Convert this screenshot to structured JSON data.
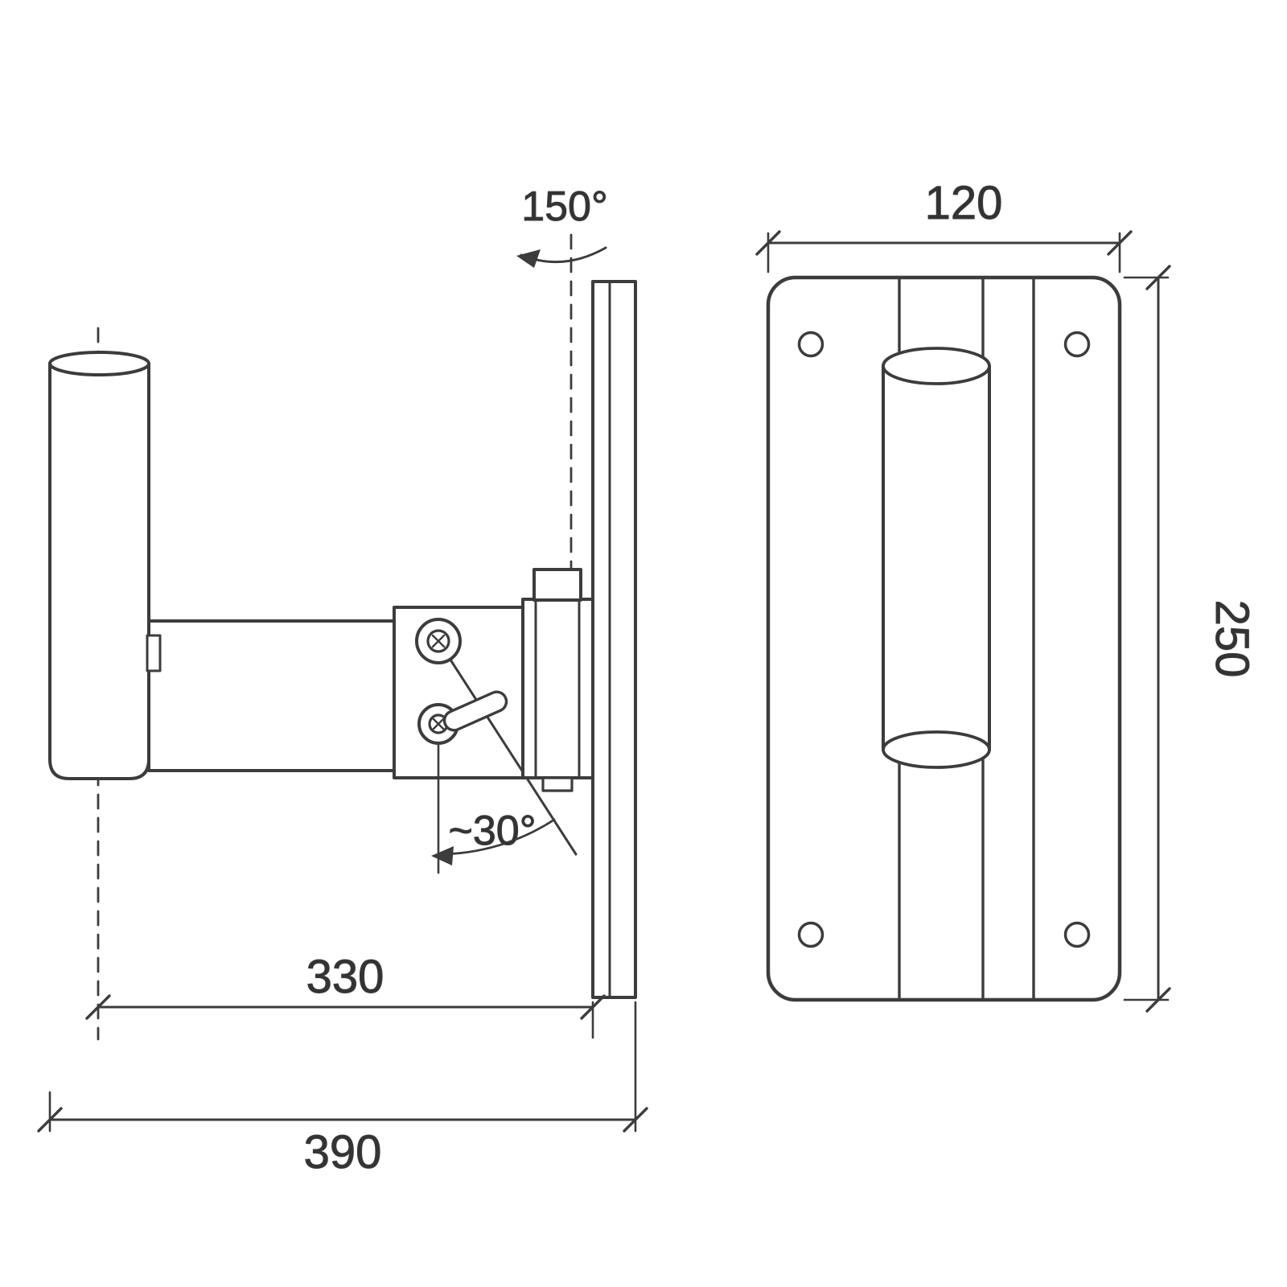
{
  "drawing": {
    "subject": "wall-mount speaker bracket technical drawing, side view and front plate view",
    "labels": {
      "swivel_angle": "150°",
      "tilt_angle": "~30°",
      "arm_length_mm": "330",
      "total_depth_mm": "390",
      "plate_width_mm": "120",
      "plate_height_mm": "250"
    },
    "colors": {
      "line": "#3c3c3c",
      "background": "#ffffff"
    }
  }
}
